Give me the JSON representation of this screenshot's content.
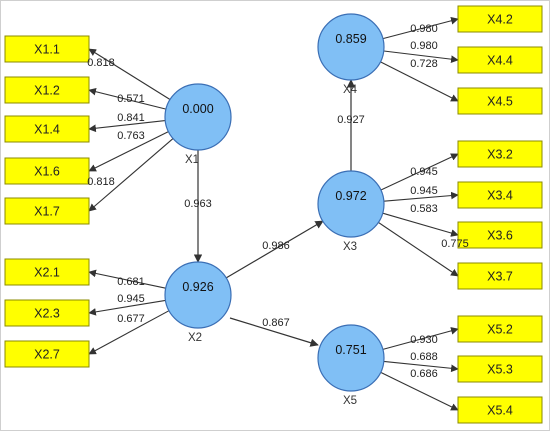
{
  "colors": {
    "indicator_fill": "#ffff00",
    "indicator_stroke": "#8b8b00",
    "latent_fill": "#80bff5",
    "latent_stroke": "#3b6fb5",
    "arrow": "#333333"
  },
  "constructs": {
    "X1": {
      "name": "X1",
      "r2": "0.000"
    },
    "X2": {
      "name": "X2",
      "r2": "0.926"
    },
    "X3": {
      "name": "X3",
      "r2": "0.972"
    },
    "X4": {
      "name": "X4",
      "r2": "0.859"
    },
    "X5": {
      "name": "X5",
      "r2": "0.751"
    }
  },
  "indicators": {
    "X1.1": {
      "label": "X1.1",
      "loading": "0.818"
    },
    "X1.2": {
      "label": "X1.2",
      "loading": "0.571"
    },
    "X1.4": {
      "label": "X1.4",
      "loading": "0.841"
    },
    "X1.6": {
      "label": "X1.6",
      "loading": "0.763"
    },
    "X1.7": {
      "label": "X1.7",
      "loading": "0.818"
    },
    "X2.1": {
      "label": "X2.1",
      "loading": "0.681"
    },
    "X2.3": {
      "label": "X2.3",
      "loading": "0.945"
    },
    "X2.7": {
      "label": "X2.7",
      "loading": "0.677"
    },
    "X4.2": {
      "label": "X4.2",
      "loading": "0.980"
    },
    "X4.4": {
      "label": "X4.4",
      "loading": "0.980"
    },
    "X4.5": {
      "label": "X4.5",
      "loading": "0.728"
    },
    "X3.2": {
      "label": "X3.2",
      "loading": "0.945"
    },
    "X3.4": {
      "label": "X3.4",
      "loading": "0.945"
    },
    "X3.6": {
      "label": "X3.6",
      "loading": "0.583"
    },
    "X3.7": {
      "label": "X3.7",
      "loading": "0.775"
    },
    "X5.2": {
      "label": "X5.2",
      "loading": "0.930"
    },
    "X5.3": {
      "label": "X5.3",
      "loading": "0.688"
    },
    "X5.4": {
      "label": "X5.4",
      "loading": "0.686"
    }
  },
  "paths": {
    "X1_X2": {
      "from": "X1",
      "to": "X2",
      "coefficient": "0.963"
    },
    "X2_X3": {
      "from": "X2",
      "to": "X3",
      "coefficient": "0.986"
    },
    "X2_X5": {
      "from": "X2",
      "to": "X5",
      "coefficient": "0.867"
    },
    "X3_X4": {
      "from": "X3",
      "to": "X4",
      "coefficient": "0.927"
    }
  }
}
